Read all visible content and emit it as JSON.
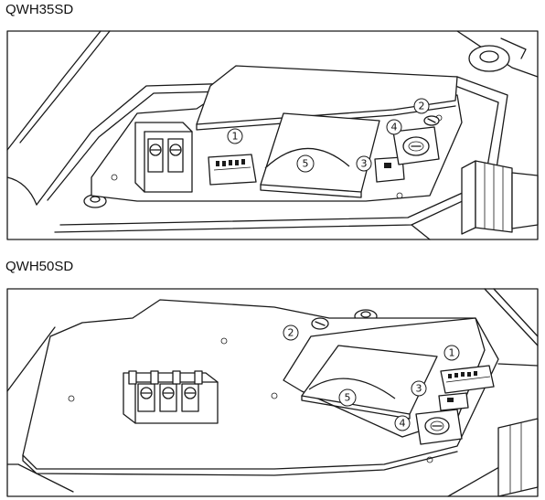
{
  "titles": {
    "top": "QWH35SD",
    "bottom": "QWH50SD"
  },
  "callouts": {
    "c1": "1",
    "c2": "2",
    "c3": "3",
    "c4": "4",
    "c5": "5"
  }
}
